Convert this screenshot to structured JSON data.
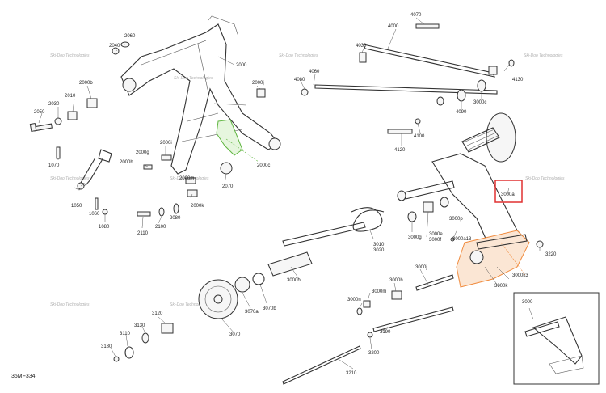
{
  "diagram_id": "35MF334",
  "watermark_text": "Ski-Doo Technologies",
  "highlight_color": "#e03030",
  "green_color": "#5fb540",
  "orange_color": "#f08a3c",
  "labels": {
    "p2060": "2060",
    "p2040": "2040",
    "p2000": "2000",
    "p2000j": "2000j",
    "p2000b": "2000b",
    "p2010": "2010",
    "p2030": "2030",
    "p2050": "2050",
    "p2000i": "2000i",
    "p2000g": "2000g",
    "p2000h": "2000h",
    "p2000c": "2000c",
    "p2000m": "2000m",
    "p2070": "2070",
    "p2000k": "2000k",
    "p2080": "2080",
    "p2110": "2110",
    "p2100": "2100",
    "p1070": "1070",
    "p1050": "1050",
    "p1060": "1060",
    "p1080": "1080",
    "p4070": "4070",
    "p4000": "4000",
    "p4030": "4030",
    "p4060": "4060",
    "p4080": "4080",
    "p4130": "4130",
    "p4090": "4090",
    "p3000c": "3000c",
    "p4100": "4100",
    "p4120": "4120",
    "p3000a": "3000a",
    "p3000g": "3000g",
    "p3000e": "3000e",
    "p3000f": "3000f",
    "p3000p": "3000p",
    "p3000a13": "3000a13",
    "p3220": "3220",
    "p3010": "3010",
    "p3020": "3020",
    "p3000k3": "3000k3",
    "p3000k": "3000k",
    "p3000j": "3000j",
    "p3000b": "3000b",
    "p3000h": "3000h",
    "p3000m": "3000m",
    "p3000n": "3000n",
    "p3070b": "3070b",
    "p3070a": "3070a",
    "p3070": "3070",
    "p3120": "3120",
    "p3130": "3130",
    "p3110": "3110",
    "p3180": "3180",
    "p3190": "3190",
    "p3200": "3200",
    "p3210": "3210",
    "p3000": "3000"
  }
}
